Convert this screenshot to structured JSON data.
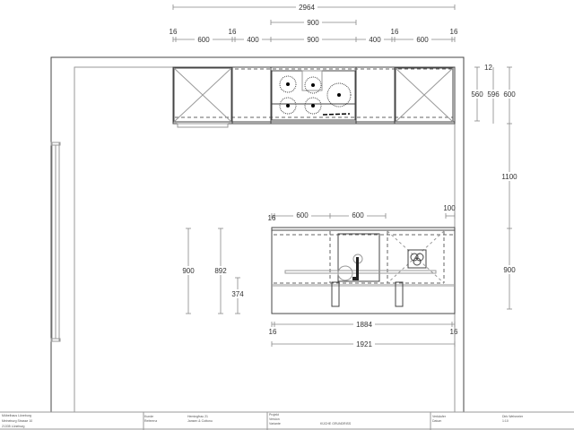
{
  "drawing": {
    "top_dims": {
      "overall": "2964",
      "cooktop_top": "900",
      "g1": "16",
      "c1": "600",
      "g2": "16",
      "c2": "400",
      "c3": "900",
      "c4": "400",
      "g3": "16",
      "c5": "600",
      "g4": "16"
    },
    "right_dims": {
      "d12": "12",
      "d560": "560",
      "d596": "596",
      "d600": "600",
      "d1100": "1100",
      "d900": "900"
    },
    "island_dims": {
      "g_left": "16",
      "w1": "600",
      "w2": "600",
      "overhang": "100",
      "inner": "1884",
      "g_bl": "16",
      "g_br": "16",
      "total": "1921"
    },
    "left_dims": {
      "h900": "900",
      "h892": "892",
      "h374": "374"
    }
  },
  "title_block": {
    "company": "Möbelhaus Lüneburg",
    "street": "Meineburg Strasse 10",
    "city": "21335 Lüneburg",
    "customer_label": "Kunde",
    "customer_value": "Hemingfrau 21",
    "reference_label": "Referenz",
    "reference_value": "Jansen & Cottonu",
    "project_label": "Projekt",
    "version_label": "Version",
    "variant_label": "Variante",
    "variant_value": "KÜCHE GRUNDRISS",
    "seller_label": "Verkäufer",
    "seller_value": "Dirk Wehmeier",
    "date_label": "Datum",
    "date_value": "1:10"
  }
}
